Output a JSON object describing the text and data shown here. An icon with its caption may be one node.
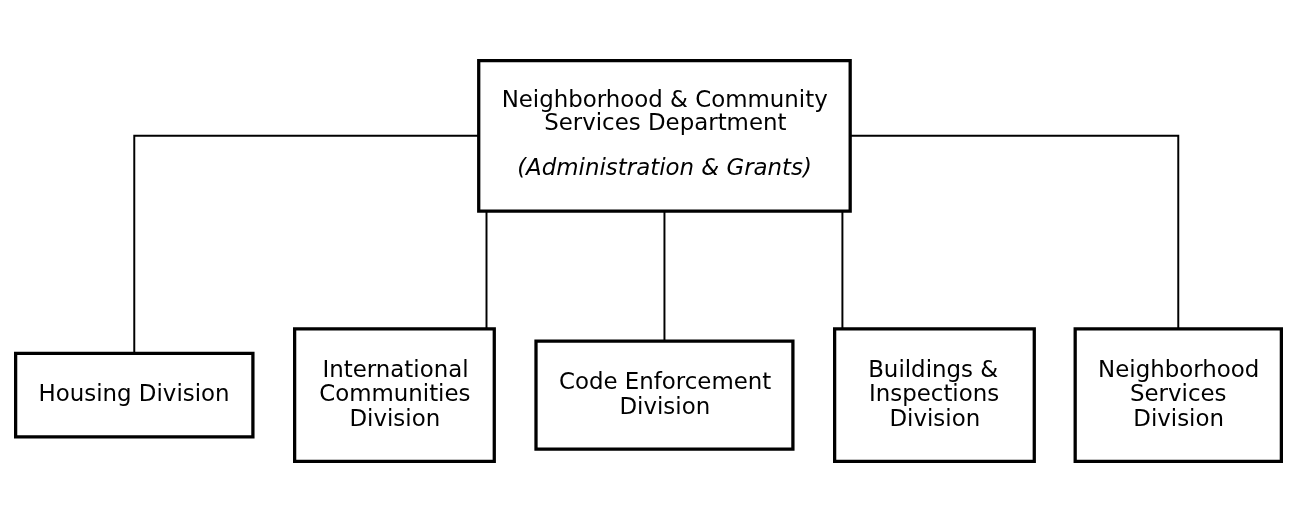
{
  "diagram": {
    "nodes": [
      {
        "text": [
          "Neighborhood & Community Services Department",
          "(Administration & Grants)"
        ]
      },
      {
        "text": [
          "Housing Division"
        ]
      },
      {
        "text": [
          "International Communities Division"
        ]
      },
      {
        "text": [
          "Code Enforcement Division"
        ]
      },
      {
        "text": [
          "Buildings & Inspections Division"
        ]
      },
      {
        "text": [
          "Neighborhood Services Division"
        ]
      }
    ],
    "edges": [
      {
        "from": 0,
        "to": 1,
        "arrow": "none"
      },
      {
        "from": 0,
        "to": 2,
        "arrow": "none"
      },
      {
        "from": 0,
        "to": 3,
        "arrow": "none"
      },
      {
        "from": 0,
        "to": 4,
        "arrow": "none"
      },
      {
        "from": 0,
        "to": 5,
        "arrow": "none"
      }
    ]
  }
}
